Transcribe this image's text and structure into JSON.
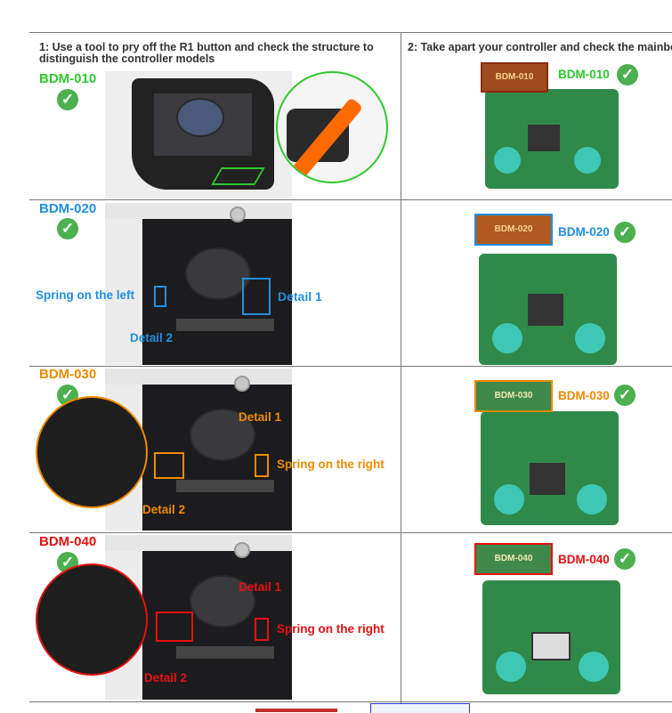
{
  "steps": {
    "step1": "1: Use a tool to pry off the R1 button and check the structure to distinguish the controller models",
    "step2": "2: Take apart your controller and check the mainboa"
  },
  "models": [
    {
      "name": "BDM-010",
      "color": "#2ec92e"
    },
    {
      "name": "BDM-020",
      "color": "#1f8fe0"
    },
    {
      "name": "BDM-030",
      "color": "#f08a00"
    },
    {
      "name": "BDM-040",
      "color": "#e81010"
    }
  ],
  "check_glyph": "✓",
  "annotations": {
    "r020": {
      "spring": "Spring on the left",
      "detail1": "Detail 1",
      "detail2": "Detail 2"
    },
    "r030": {
      "spring": "Spring on the right",
      "detail1": "Detail 1",
      "detail2": "Detail 2"
    },
    "r040": {
      "spring": "Spring on the right",
      "detail1": "Detail 1",
      "detail2": "Detail 2"
    }
  },
  "colors": {
    "check_green": "#4caf50",
    "pcb_green": "#2f8a4a",
    "stick_teal": "#3ec7b3"
  }
}
